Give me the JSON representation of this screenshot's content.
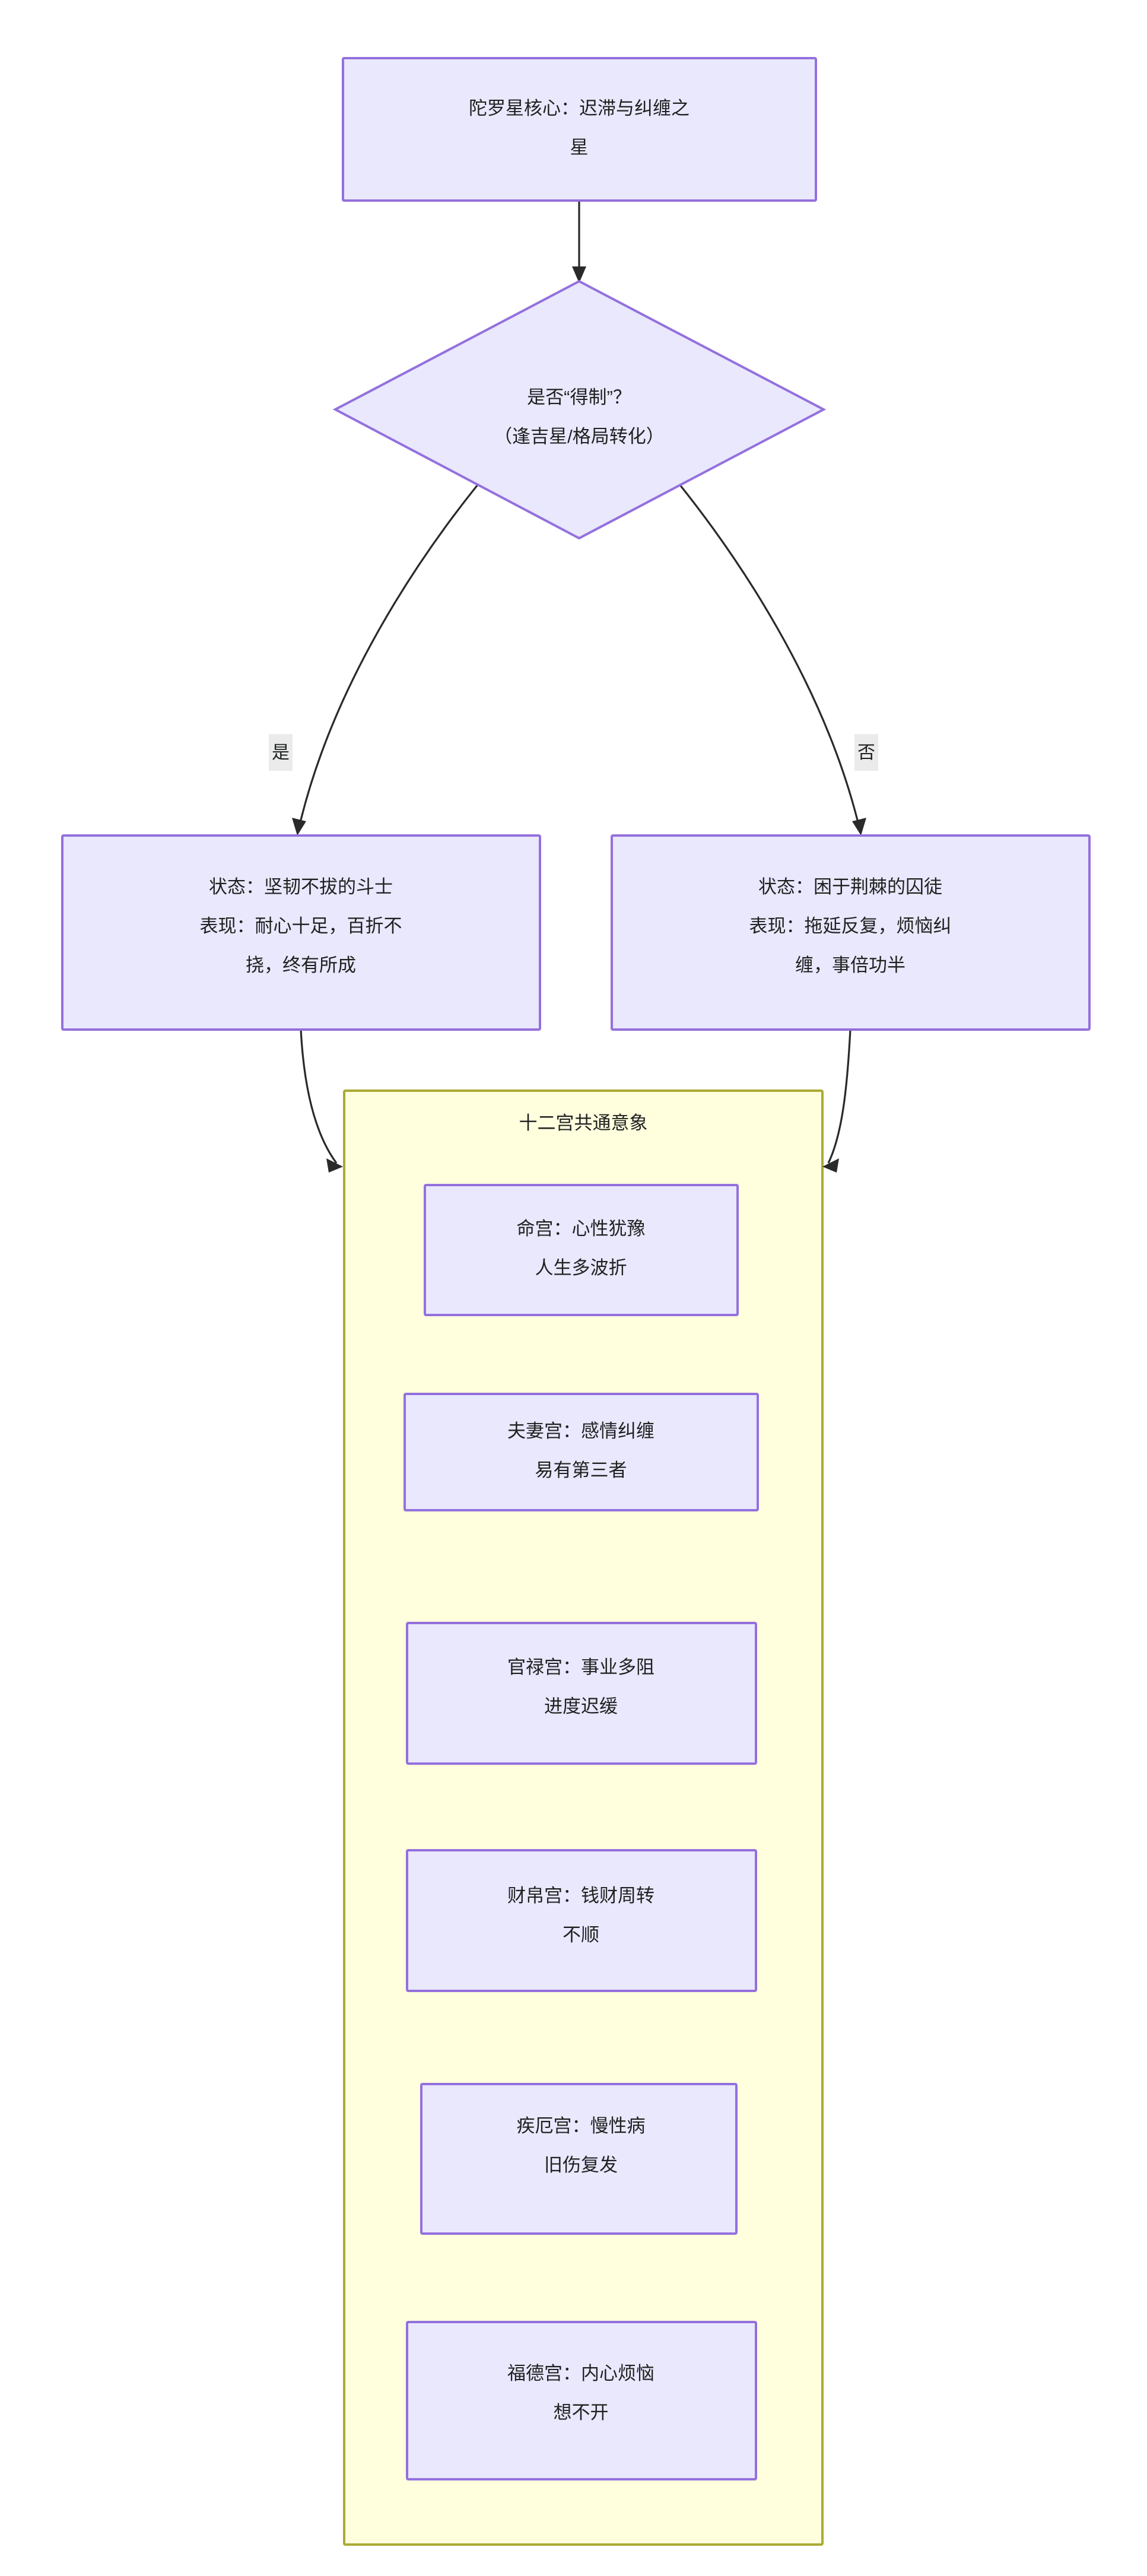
{
  "diagram": {
    "type": "flowchart",
    "direction": "top-down",
    "colors": {
      "node_fill": "#e9e8fd",
      "node_stroke": "#9470dd",
      "cluster_fill": "#ffffde",
      "cluster_stroke": "#aaaa33",
      "edge_stroke": "#2a2a2a",
      "edge_label_bg": "#ebebeb",
      "text": "#1f2020",
      "background": "#ffffff"
    },
    "root": {
      "id": "core",
      "shape": "rect",
      "line1": "陀罗星核心：迟滞与纠缠之",
      "line2": "星"
    },
    "decision": {
      "id": "decision",
      "shape": "diamond",
      "line1": "是否“得制”？",
      "line2": "（逢吉星/格局转化）"
    },
    "edge_labels": {
      "yes": "是",
      "no": "否"
    },
    "branches": [
      {
        "id": "state-positive",
        "shape": "rect",
        "branch": "yes",
        "line1": "状态：坚韧不拔的斗士",
        "line2": "表现：耐心十足，百折不",
        "line3": "挠，终有所成"
      },
      {
        "id": "state-negative",
        "shape": "rect",
        "branch": "no",
        "line1": "状态：困于荆棘的囚徒",
        "line2": "表现：拖延反复，烦恼纠",
        "line3": "缠，事倍功半"
      }
    ],
    "cluster": {
      "id": "twelve-palaces",
      "title": "十二宫共通意象",
      "items": [
        {
          "id": "palace-ming",
          "line1": "命宫：心性犹豫",
          "line2": "人生多波折"
        },
        {
          "id": "palace-fuqi",
          "line1": "夫妻宫：感情纠缠",
          "line2": "易有第三者"
        },
        {
          "id": "palace-guanlu",
          "line1": "官禄宫：事业多阻",
          "line2": "进度迟缓"
        },
        {
          "id": "palace-caibo",
          "line1": "财帛宫：钱财周转",
          "line2": "不顺"
        },
        {
          "id": "palace-jie",
          "line1": "疾厄宫：慢性病",
          "line2": "旧伤复发"
        },
        {
          "id": "palace-fude",
          "line1": "福德宫：内心烦恼",
          "line2": "想不开"
        }
      ]
    }
  }
}
